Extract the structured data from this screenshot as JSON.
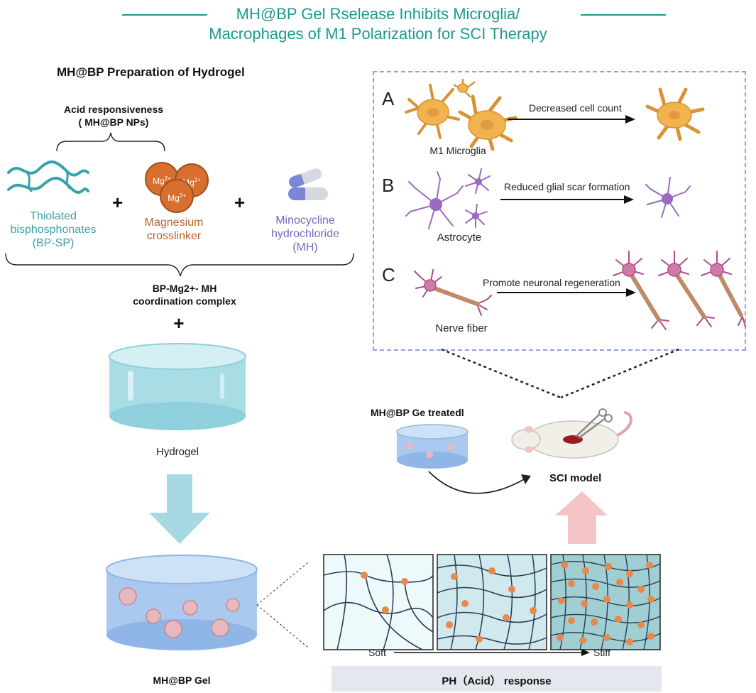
{
  "title": {
    "line1": "MH@BP Gel Rselease Inhibits Microglia/",
    "line2": "Macrophages of M1 Polarization for SCI Therapy"
  },
  "preparation": {
    "heading": "MH@BP Preparation of Hydrogel",
    "acid_label_1": "Acid responsiveness",
    "acid_label_2": "( MH@BP NPs)",
    "mg_ion": "Mg",
    "mg_charge": "2+",
    "component_1": [
      "Thiolated",
      "bisphosphonates",
      "(BP-SP)"
    ],
    "component_2": [
      "Magnesium",
      "crosslinker"
    ],
    "component_3": [
      "Minocycline",
      "hydrochloride",
      "(MH)"
    ],
    "plus": "+",
    "complex": [
      "BP-Mg2+- MH",
      "coordination complex"
    ],
    "hydrogel_label": "Hydrogel",
    "gel_label": "MH@BP Gel"
  },
  "effects": {
    "A": {
      "letter": "A",
      "arrow_label": "Decreased cell count",
      "cell_label": "M1 Microglia"
    },
    "B": {
      "letter": "B",
      "arrow_label": "Reduced glial scar formation",
      "cell_label": "Astrocyte"
    },
    "C": {
      "letter": "C",
      "arrow_label": "Promote neuronal regeneration",
      "cell_label": "Nerve fiber"
    }
  },
  "treatment": {
    "treated_label": "MH@BP Ge treatedl",
    "model_label": "SCI model"
  },
  "response": {
    "soft": "Soft",
    "stiff": "Stiff",
    "bar_label": "PH（Acid） response"
  },
  "colors": {
    "title": "#1a9a8f",
    "teal": "#3aa3a8",
    "brown": "#b5652a",
    "violet": "#6f6bb8",
    "microglia": "#f2b24d",
    "astrocyte": "#9a6ac0",
    "neuron": "#b04a86",
    "node": "#e8894a",
    "dashed_box": "#8aa6dd"
  }
}
